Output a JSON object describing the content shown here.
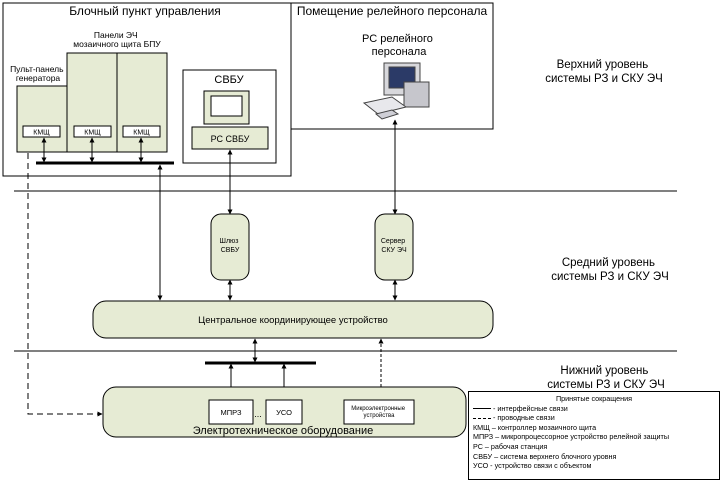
{
  "regions": {
    "block_point": "Блочный пункт управления",
    "relay_room": "Помещение релейного персонала"
  },
  "boxes": {
    "ech_panels": [
      "Панели ЭЧ",
      "мозаичного щита БПУ"
    ],
    "generator_panel": [
      "Пульт-панель",
      "генератора"
    ],
    "kmsh": "КМЩ",
    "svbu": "СВБУ",
    "rs_svbu": "РС СВБУ",
    "rs_relay": [
      "РС релейного",
      "персонала"
    ],
    "gateway": [
      "Шлюз",
      "СВБУ"
    ],
    "server": [
      "Сервер",
      "СКУ ЭЧ"
    ],
    "central": "Центральное координирующее устройство",
    "mprz": "МПРЗ",
    "dots": "...",
    "uso": "УСО",
    "micro": [
      "Микроэлектронные",
      "устройства"
    ],
    "electro": "Электротехническое оборудование"
  },
  "levels": {
    "upper": [
      "Верхний уровень",
      "системы РЗ и СКУ ЭЧ"
    ],
    "middle": [
      "Средний уровень",
      "системы РЗ и СКУ ЭЧ"
    ],
    "lower": [
      "Нижний уровень",
      "системы РЗ и СКУ ЭЧ"
    ]
  },
  "legend": {
    "title": "Принятые сокращения",
    "interface": "- интерфейсные связи",
    "wired": "- проводные связи",
    "items": [
      "КМЩ – контроллер мозаичного щита",
      "МПРЗ – микропроцессорное устройство релейной защиты",
      "РС – рабочая станция",
      "СВБУ – система верхнего блочного уровня",
      "УСО - устройство связи с объектом"
    ]
  },
  "colors": {
    "box_fill": "#e6ebd4",
    "line": "#000000"
  }
}
